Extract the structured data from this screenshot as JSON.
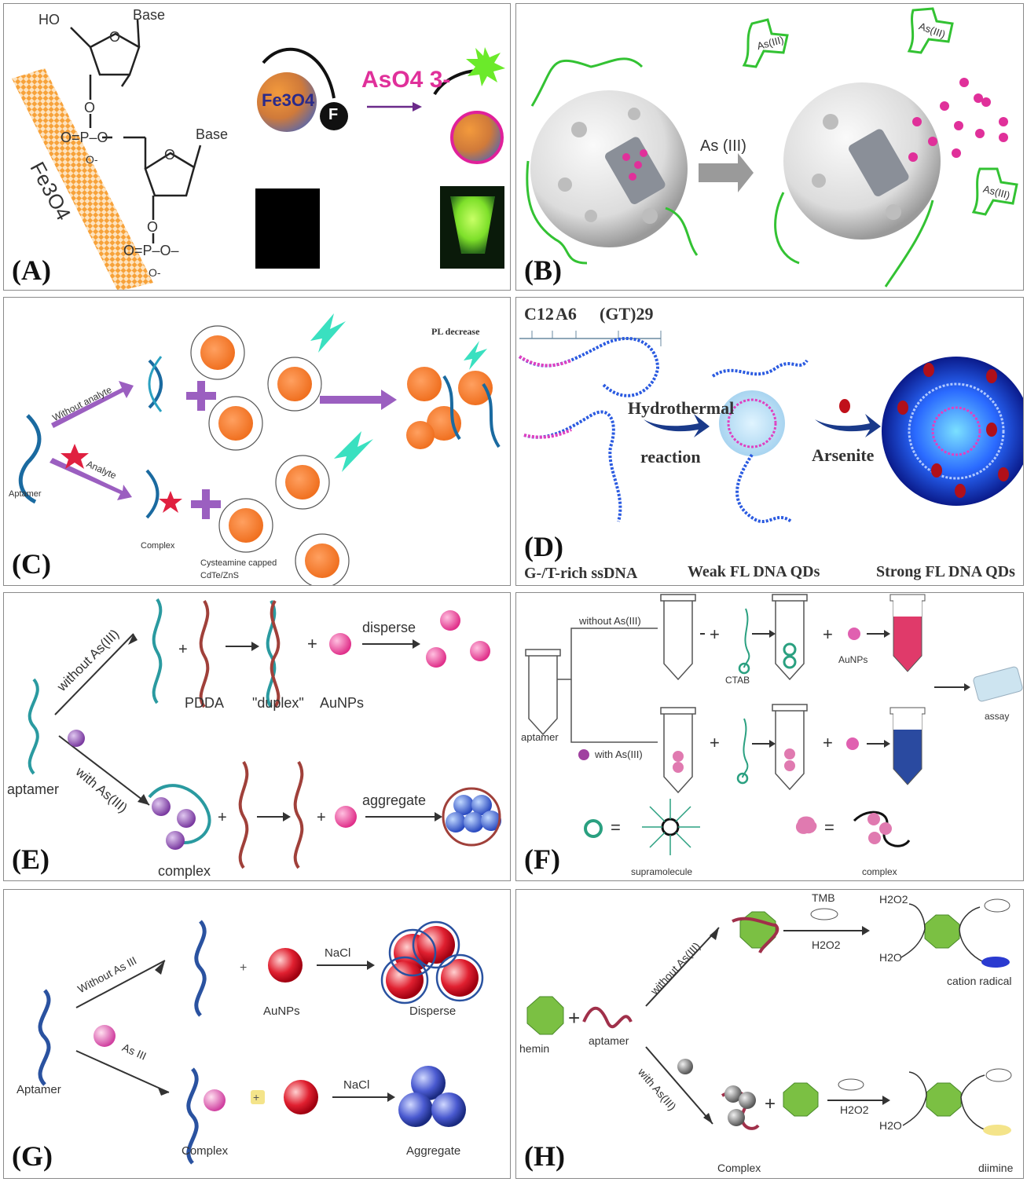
{
  "panels": {
    "A": {
      "label": "(A)",
      "ho": "HO",
      "base1": "Base",
      "base2": "Base",
      "fe3o4_strip": "Fe3O4",
      "fe3o4_particle": "Fe3O4",
      "f_label": "F",
      "arsenate": "AsO4 3-",
      "o1": "O",
      "o2": "O",
      "o3": "O",
      "o4": "O",
      "p1": "O=P–O",
      "p2": "O=P–O–",
      "om1": "O-",
      "om2": "O-"
    },
    "B": {
      "label": "(B)",
      "arrow": "As (III)",
      "as1": "As(III)",
      "as2": "As(III)",
      "as3": "As(III)"
    },
    "C": {
      "label": "(C)",
      "without": "Without analyte",
      "analyte": "Analyte",
      "aptamer": "Aptamer",
      "complex": "Complex",
      "capped1": "Cysteamine capped",
      "capped2": "CdTe/ZnS",
      "pl": "PL  decrease"
    },
    "D": {
      "label": "(D)",
      "c12": "C12",
      "a6": "A6",
      "gt29": "(GT)29",
      "hydro": "Hydrothermal",
      "reaction": "reaction",
      "arsenite": "Arsenite",
      "ssdna": "G-/T-rich ssDNA",
      "weak": "Weak FL DNA QDs",
      "strong": "Strong FL DNA QDs"
    },
    "E": {
      "label": "(E)",
      "without": "without As(III)",
      "with": "with As(III)",
      "aptamer": "aptamer",
      "pdda": "PDDA",
      "duplex": "\"duplex\"",
      "aunps": "AuNPs",
      "disperse": "disperse",
      "aggregate": "aggregate",
      "complex": "complex"
    },
    "F": {
      "label": "(F)",
      "without": "without As(III)",
      "with": "with As(III)",
      "aptamer": "aptamer",
      "ctab": "CTAB",
      "aunps": "AuNPs",
      "assay": "assay",
      "supra": "supramolecule",
      "complex": "complex"
    },
    "G": {
      "label": "(G)",
      "without": "Without As III",
      "with": "As III",
      "aptamer": "Aptamer",
      "aunps": "AuNPs",
      "nacl1": "NaCl",
      "nacl2": "NaCl",
      "disperse": "Disperse",
      "complex": "Complex",
      "aggregate": "Aggregate"
    },
    "H": {
      "label": "(H)",
      "without": "without As(III)",
      "with": "with As(III)",
      "hemin": "hemin",
      "aptamer": "aptamer",
      "tmb": "TMB",
      "h2o2a": "H2O2",
      "h2o2b": "H2O2",
      "h2o2c": "H2O2",
      "h2oa": "H2O",
      "h2ob": "H2O",
      "cation": "cation radical",
      "diimine": "diimine",
      "complex": "Complex"
    }
  },
  "colors": {
    "orange": "#f08a2a",
    "green_strand": "#33c233",
    "magenta": "#e0309a",
    "purple_arrow": "#9b5fc0",
    "teal_dna": "#2a9aa0",
    "brown_dna": "#a0403a",
    "blue_dna": "#2a52a0",
    "hemin_green": "#7bc043",
    "au_red": "#e0203a",
    "au_pink": "#e8509a"
  }
}
